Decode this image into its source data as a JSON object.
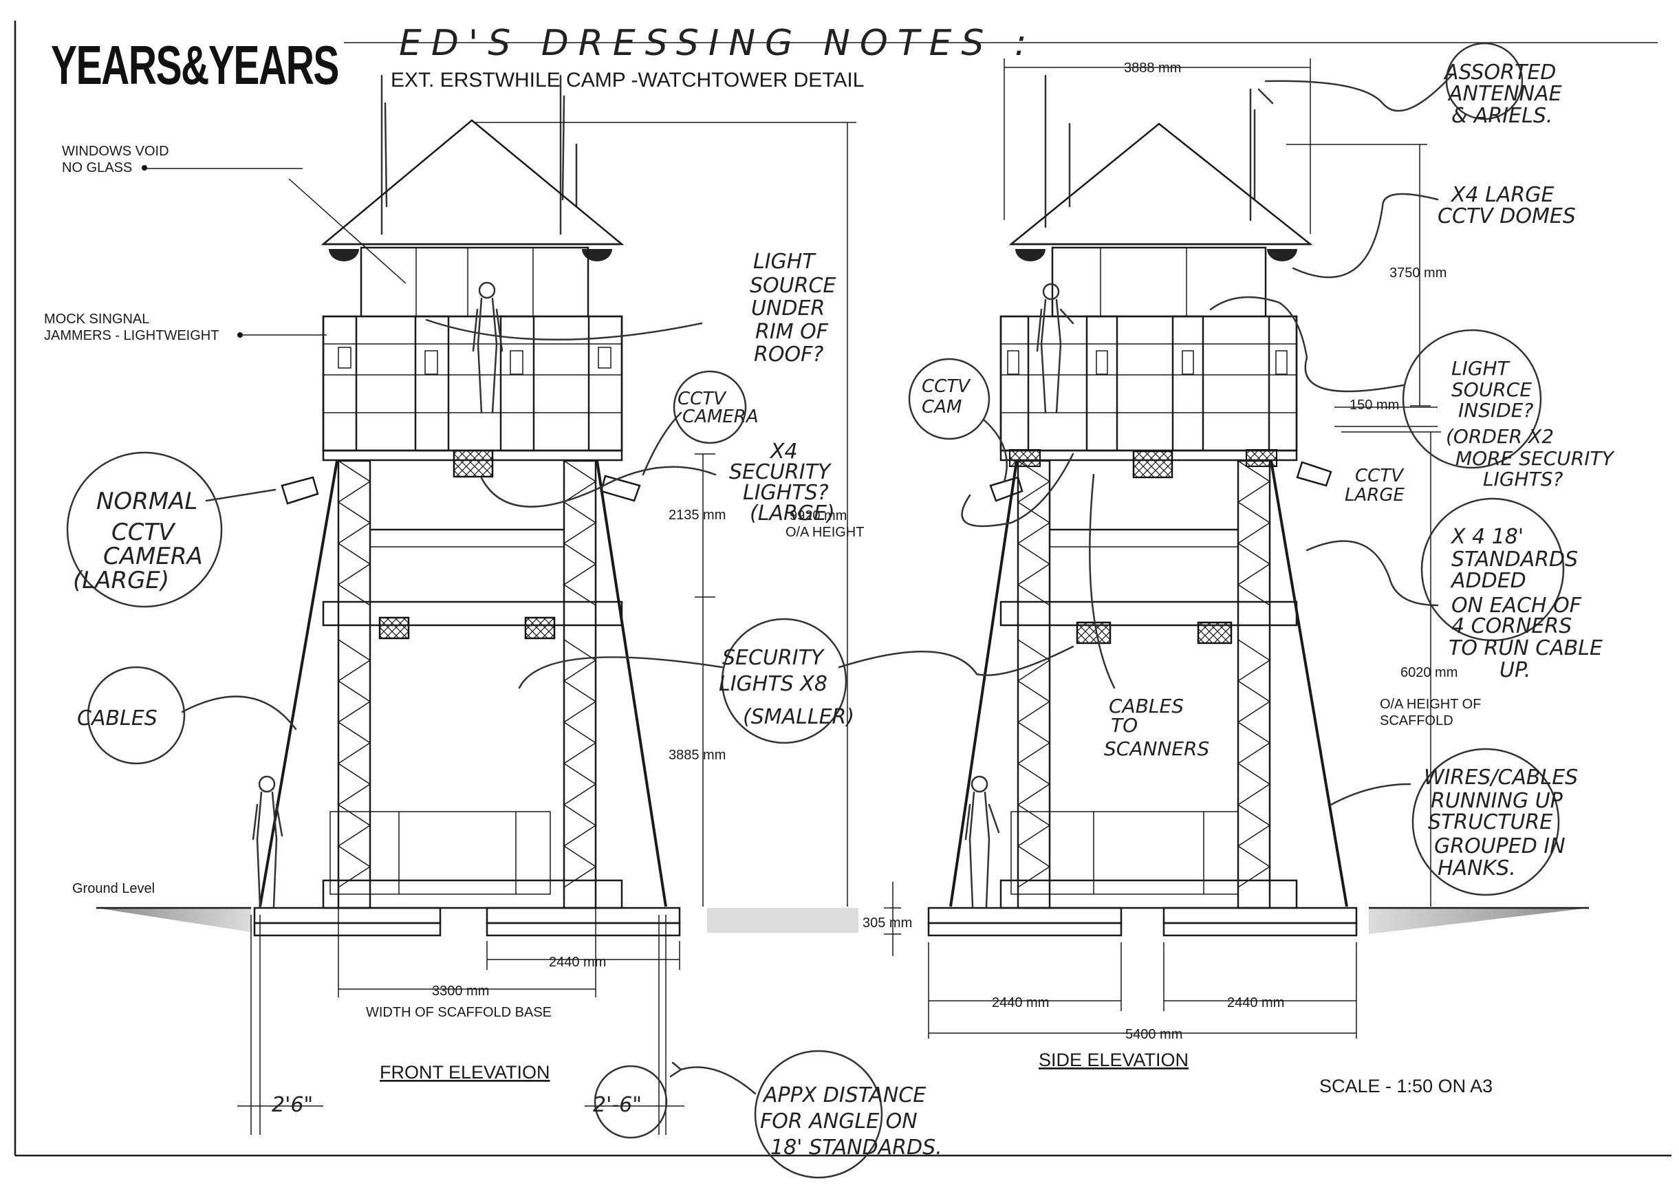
{
  "logo": {
    "text": "YEARS&YEARS"
  },
  "header": {
    "handwritten_title": "ED'S DRESSING NOTES :",
    "subtitle": "EXT. ERSTWHILE CAMP -WATCHTOWER DETAIL"
  },
  "printed_labels": {
    "windows_void": "WINDOWS VOID",
    "no_glass": "NO GLASS",
    "mock_signal": "MOCK SINGNAL",
    "jammers": "JAMMERS - LIGHTWEIGHT",
    "ground_level": "Ground Level",
    "front_elevation": "FRONT ELEVATION",
    "side_elevation": "SIDE ELEVATION",
    "scale": "SCALE - 1:50 ON A3",
    "oa_height": "O/A HEIGHT",
    "oa_height_scaffold_1": "O/A HEIGHT OF",
    "oa_height_scaffold_2": "SCAFFOLD",
    "width_scaffold_base": "WIDTH OF SCAFFOLD BASE"
  },
  "dimensions": {
    "d3888": "3888 mm",
    "d3750": "3750 mm",
    "d150": "150 mm",
    "d2135": "2135 mm",
    "d9920": "9920 mm",
    "d3885": "3885 mm",
    "d6020": "6020 mm",
    "d305": "305 mm",
    "d2440_front": "2440 mm",
    "d3300": "3300 mm",
    "d2440_side_left": "2440 mm",
    "d2440_side_right": "2440 mm",
    "d5400": "5400 mm"
  },
  "handwritten_notes": {
    "antennae_1": "ASSORTED",
    "antennae_2": "ANTENNAE",
    "antennae_3": "& ARIELS.",
    "cctv_domes_1": "X4 LARGE",
    "cctv_domes_2": "CCTV DOMES",
    "light_rim_1": "LIGHT",
    "light_rim_2": "SOURCE",
    "light_rim_3": "UNDER",
    "light_rim_4": "RIM OF",
    "light_rim_5": "ROOF?",
    "cctv_camera_front_1": "CCTV",
    "cctv_camera_front_2": "CAMERA",
    "cctv_cam_side_1": "CCTV",
    "cctv_cam_side_2": "CAM",
    "sec_large_1": "X4",
    "sec_large_2": "SECURITY",
    "sec_large_3": "LIGHTS?",
    "sec_large_4": "(LARGE)",
    "light_inside_1": "LIGHT",
    "light_inside_2": "SOURCE",
    "light_inside_3": "INSIDE?",
    "light_inside_4": "(ORDER X2",
    "light_inside_5": "MORE SECURITY",
    "light_inside_6": "LIGHTS?",
    "cctv_large_1": "CCTV",
    "cctv_large_2": "LARGE",
    "normal_cctv_1": "NORMAL",
    "normal_cctv_2": "CCTV",
    "normal_cctv_3": "CAMERA",
    "normal_cctv_4": "(LARGE)",
    "standards_1": "X 4  18'",
    "standards_2": "STANDARDS",
    "standards_3": "ADDED",
    "standards_4": "ON EACH OF",
    "standards_5": "4 CORNERS",
    "standards_6": "TO RUN CABLE",
    "standards_7": "UP.",
    "sec_smaller_1": "SECURITY",
    "sec_smaller_2": "LIGHTS X8",
    "sec_smaller_3": "(SMALLER)",
    "cables_left": "CABLES",
    "cables_scanners_1": "CABLES",
    "cables_scanners_2": "TO",
    "cables_scanners_3": "SCANNERS",
    "wires_1": "WIRES/CABLES",
    "wires_2": "RUNNING UP",
    "wires_3": "STRUCTURE",
    "wires_4": "GROUPED IN",
    "wires_5": "HANKS.",
    "dist_1": "APPX DISTANCE",
    "dist_2": "FOR ANGLE ON",
    "dist_3": "18' STANDARDS.",
    "ft_left": "2'6\"",
    "ft_right": "2'-6\""
  }
}
